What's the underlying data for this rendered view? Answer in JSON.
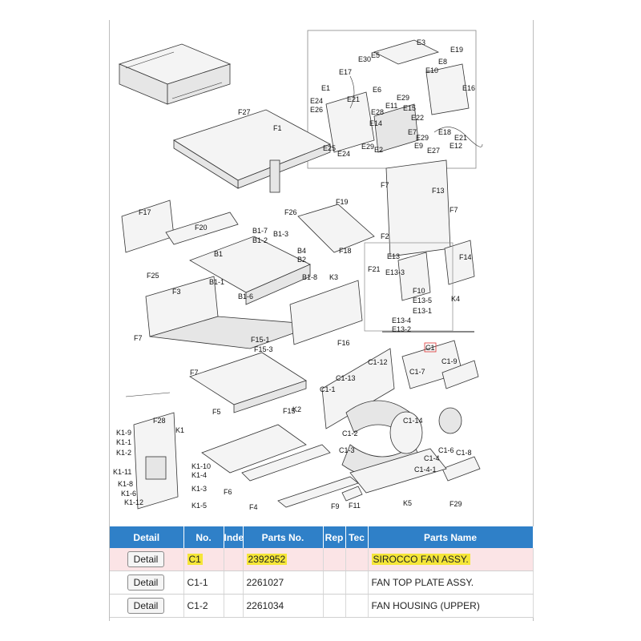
{
  "diagram": {
    "labels": {
      "F27": "F27",
      "F1": "F1",
      "F26": "F26",
      "F17": "F17",
      "F20": "F20",
      "F25": "F25",
      "B1": "B1",
      "B1_7": "B1-7",
      "B1_2": "B1-2",
      "B1_3": "B1-3",
      "B4": "B4",
      "B2": "B2",
      "B1_1": "B1-1",
      "B1_6": "B1-6",
      "B1_8": "B1-8",
      "K3": "K3",
      "F19": "F19",
      "F18": "F18",
      "F3": "F3",
      "F7a": "F7",
      "F7b": "F7",
      "F7c": "F7",
      "F7d": "F7",
      "F13": "F13",
      "F2": "F2",
      "F14": "F14",
      "K4": "K4",
      "E13": "E13",
      "F21": "F21",
      "E13_3": "E13-3",
      "F10": "F10",
      "E13_5": "E13-5",
      "E13_1": "E13-1",
      "E13_4": "E13-4",
      "E13_2": "E13-2",
      "F15_1": "F15-1",
      "F15_3": "F15-3",
      "F16": "F16",
      "F15": "F15",
      "C1": "C1",
      "C1_9": "C1-9",
      "C1_12": "C1-12",
      "C1_13": "C1-13",
      "C1_1": "C1-1",
      "C1_7": "C1-7",
      "C1_14": "C1-14",
      "C1_2": "C1-2",
      "C1_3": "C1-3",
      "C1_6": "C1-6",
      "C1_8": "C1-8",
      "C1_4": "C1-4",
      "C1_4_1": "C1-4-1",
      "K5": "K5",
      "F29": "F29",
      "F28": "F28",
      "K1": "K1",
      "K1_9": "K1-9",
      "K1_1": "K1-1",
      "K1_2": "K1-2",
      "K1_11": "K1-11",
      "K1_8": "K1-8",
      "K1_6": "K1-6",
      "K1_12": "K1-12",
      "K1_10": "K1-10",
      "K1_4": "K1-4",
      "K1_3": "K1-3",
      "K1_5": "K1-5",
      "F5": "F5",
      "K2": "K2",
      "F6": "F6",
      "F4": "F4",
      "F9": "F9",
      "F11": "F11",
      "E3": "E3",
      "E19": "E19",
      "E30": "E30",
      "E5": "E5",
      "E8": "E8",
      "E17": "E17",
      "E10": "E10",
      "E1": "E1",
      "E21a": "E21",
      "E6": "E6",
      "E29a": "E29",
      "E16": "E16",
      "E24a": "E24",
      "E26": "E26",
      "E11": "E11",
      "E15": "E15",
      "E28": "E28",
      "E22": "E22",
      "E14": "E14",
      "E7": "E7",
      "E29b": "E29",
      "E18": "E18",
      "E21b": "E21",
      "E25": "E25",
      "E24b": "E24",
      "E29c": "E29",
      "E9": "E9",
      "E27": "E27",
      "E12": "E12",
      "E2": "E2"
    }
  },
  "table": {
    "headers": [
      "Detail",
      "No.",
      "Inde",
      "Parts No.",
      "Rep",
      "Tec",
      "Parts Name"
    ],
    "rows": [
      {
        "detail": "Detail",
        "no": "C1",
        "index": "",
        "parts_no": "2392952",
        "rep": "",
        "tec": "",
        "name": "SIROCCO FAN ASSY.",
        "highlight": true
      },
      {
        "detail": "Detail",
        "no": "C1-1",
        "index": "",
        "parts_no": "2261027",
        "rep": "",
        "tec": "",
        "name": "FAN TOP PLATE ASSY.",
        "highlight": false
      },
      {
        "detail": "Detail",
        "no": "C1-2",
        "index": "",
        "parts_no": "2261034",
        "rep": "",
        "tec": "",
        "name": "FAN HOUSING (UPPER)",
        "highlight": false
      }
    ]
  },
  "colors": {
    "header_bg": "#2f80c8",
    "highlight_row": "#fbe4e6",
    "highlight_mark": "#f5e638"
  }
}
